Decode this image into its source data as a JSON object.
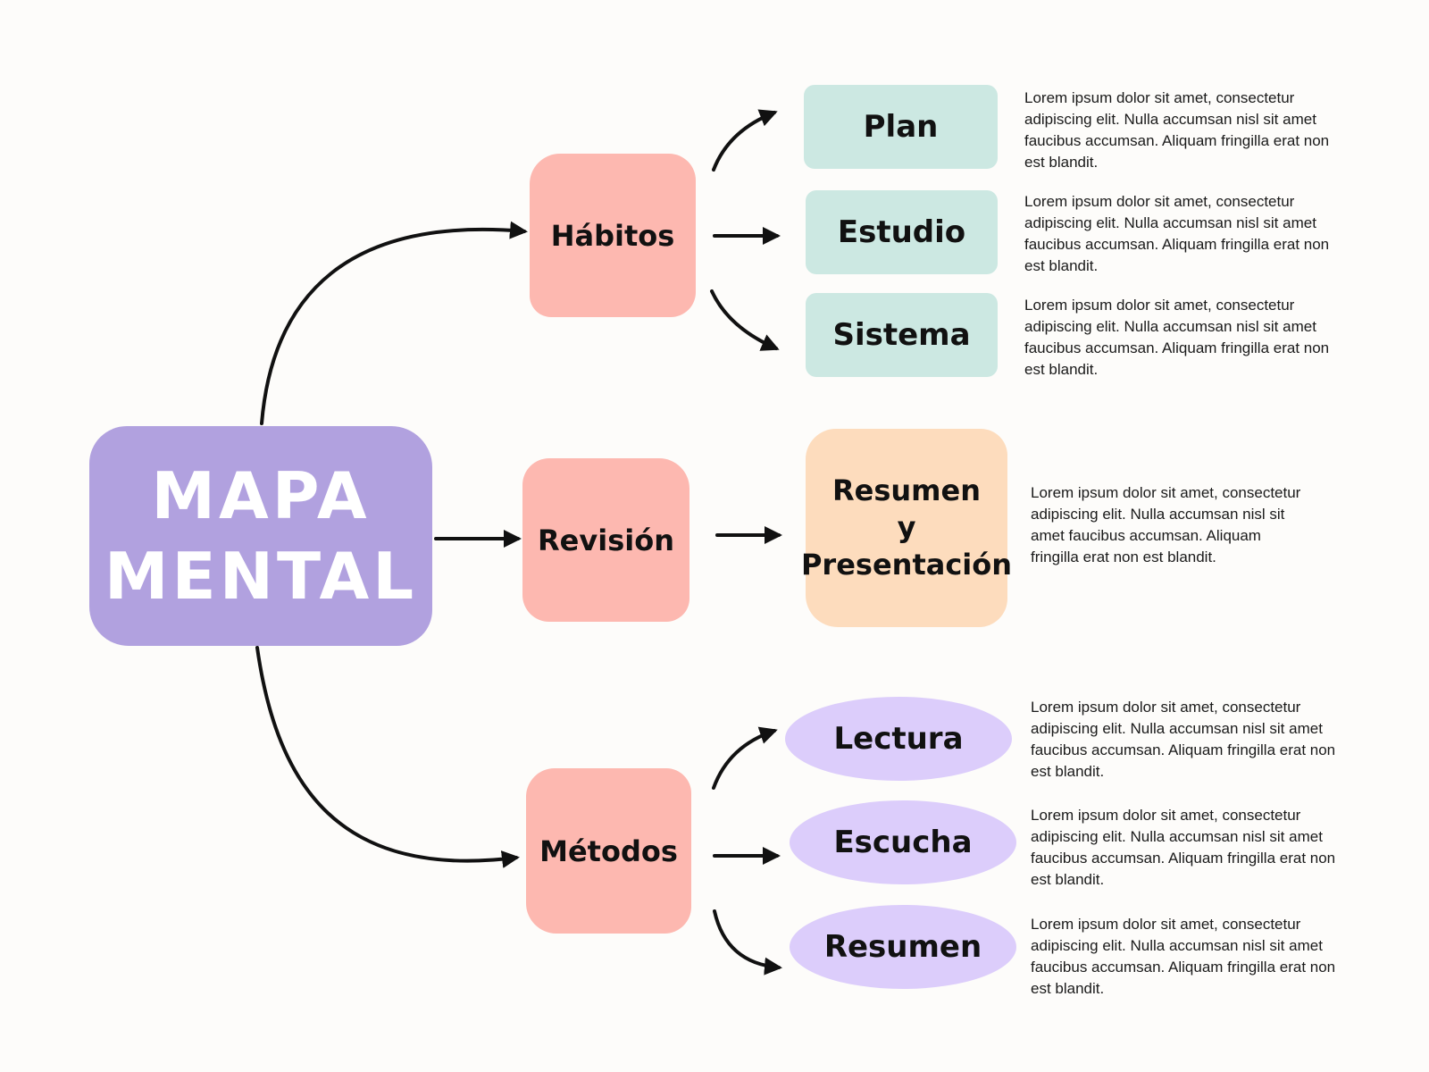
{
  "central": {
    "line1": "MAPA",
    "line2": "MENTAL"
  },
  "branches": {
    "habitos": {
      "label": "Hábitos",
      "children": [
        {
          "label": "Plan",
          "text": "Lorem ipsum dolor sit amet, consectetur adipiscing elit. Nulla accumsan nisl sit amet faucibus accumsan. Aliquam fringilla erat non est blandit."
        },
        {
          "label": "Estudio",
          "text": "Lorem ipsum dolor sit amet, consectetur adipiscing elit. Nulla accumsan nisl sit amet faucibus accumsan. Aliquam fringilla erat non est blandit."
        },
        {
          "label": "Sistema",
          "text": "Lorem ipsum dolor sit amet, consectetur adipiscing elit. Nulla accumsan nisl sit amet faucibus accumsan. Aliquam fringilla erat non est blandit."
        }
      ]
    },
    "revision": {
      "label": "Revisión",
      "child": {
        "line1": "Resumen",
        "line2": "y",
        "line3": "Presentación",
        "text": "Lorem ipsum dolor sit amet, consectetur adipiscing elit. Nulla accumsan nisl sit amet faucibus accumsan. Aliquam fringilla erat non est blandit."
      }
    },
    "metodos": {
      "label": "Métodos",
      "children": [
        {
          "label": "Lectura",
          "text": "Lorem ipsum dolor sit amet, consectetur adipiscing elit. Nulla accumsan nisl sit amet faucibus accumsan. Aliquam fringilla erat non est blandit."
        },
        {
          "label": "Escucha",
          "text": "Lorem ipsum dolor sit amet, consectetur adipiscing elit. Nulla accumsan nisl sit amet faucibus accumsan. Aliquam fringilla erat non est blandit."
        },
        {
          "label": "Resumen",
          "text": "Lorem ipsum dolor sit amet, consectetur adipiscing elit. Nulla accumsan nisl sit amet faucibus accumsan. Aliquam fringilla erat non est blandit."
        }
      ]
    }
  },
  "colors": {
    "central": "#b1a1df",
    "category": "#fdb8b0",
    "teal": "#cce8e2",
    "peach": "#fddcbd",
    "lavender": "#dccdfb",
    "connector": "#111111"
  }
}
